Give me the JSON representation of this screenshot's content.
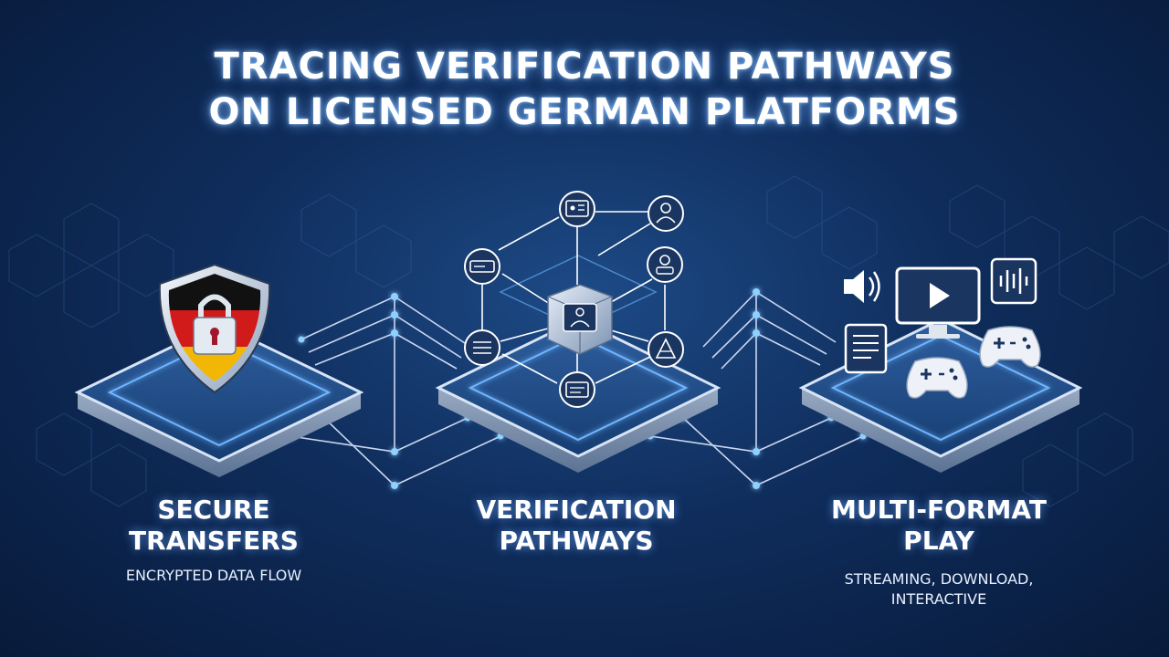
{
  "title": {
    "line1": "TRACING VERIFICATION PATHWAYS",
    "line2": "ON LICENSED GERMAN PLATFORMS"
  },
  "columns": [
    {
      "heading_line1": "SECURE",
      "heading_line2": "TRANSFERS",
      "subtitle_line1": "ENCRYPTED DATA FLOW",
      "subtitle_line2": "",
      "icon": "shield-lock-icon"
    },
    {
      "heading_line1": "VERIFICATION",
      "heading_line2": "PATHWAYS",
      "subtitle_line1": "",
      "subtitle_line2": "",
      "icon": "verification-network-icon"
    },
    {
      "heading_line1": "MULTI-FORMAT",
      "heading_line2": "PLAY",
      "subtitle_line1": "STREAMING, DOWNLOAD,",
      "subtitle_line2": "INTERACTIVE",
      "icon": "media-formats-icon"
    }
  ],
  "colors": {
    "background_center": "#1d4a86",
    "background_edge": "#081a3a",
    "glow": "#5aa8ff",
    "flag_black": "#111111",
    "flag_red": "#d11a1a",
    "flag_gold": "#f2b705"
  }
}
